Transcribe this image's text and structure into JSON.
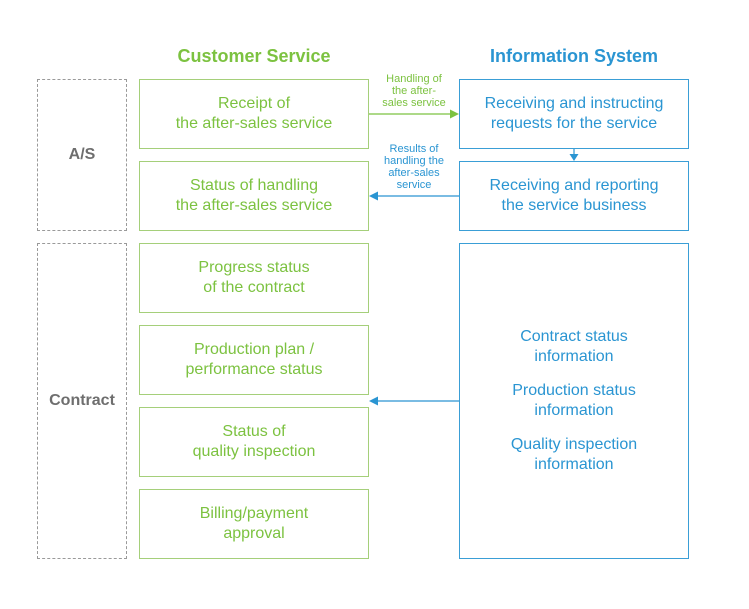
{
  "headers": {
    "customer_service": "Customer Service",
    "information_system": "Information System"
  },
  "groups": {
    "as": "A/S",
    "contract": "Contract"
  },
  "customer_service": {
    "receipt": "Receipt of\nthe after-sales service",
    "status_handling": "Status of handling\nthe after-sales service",
    "progress": "Progress status\nof the contract",
    "production_plan": "Production plan /\nperformance status",
    "quality": "Status of\nquality inspection",
    "billing": "Billing/payment\napproval"
  },
  "information_system": {
    "receiving_instructing": "Receiving and instructing\nrequests for the service",
    "receiving_reporting": "Receiving and reporting\nthe service business",
    "info_items": [
      "Contract status\ninformation",
      "Production status\ninformation",
      "Quality inspection\ninformation"
    ]
  },
  "arrows": {
    "handling_label": "Handling of\nthe after-\nsales service",
    "results_label": "Results of\nhandling the\nafter-sales\nservice"
  },
  "colors": {
    "green": "#7cc240",
    "blue": "#2a95d2",
    "gray": "#6e6e6e"
  }
}
